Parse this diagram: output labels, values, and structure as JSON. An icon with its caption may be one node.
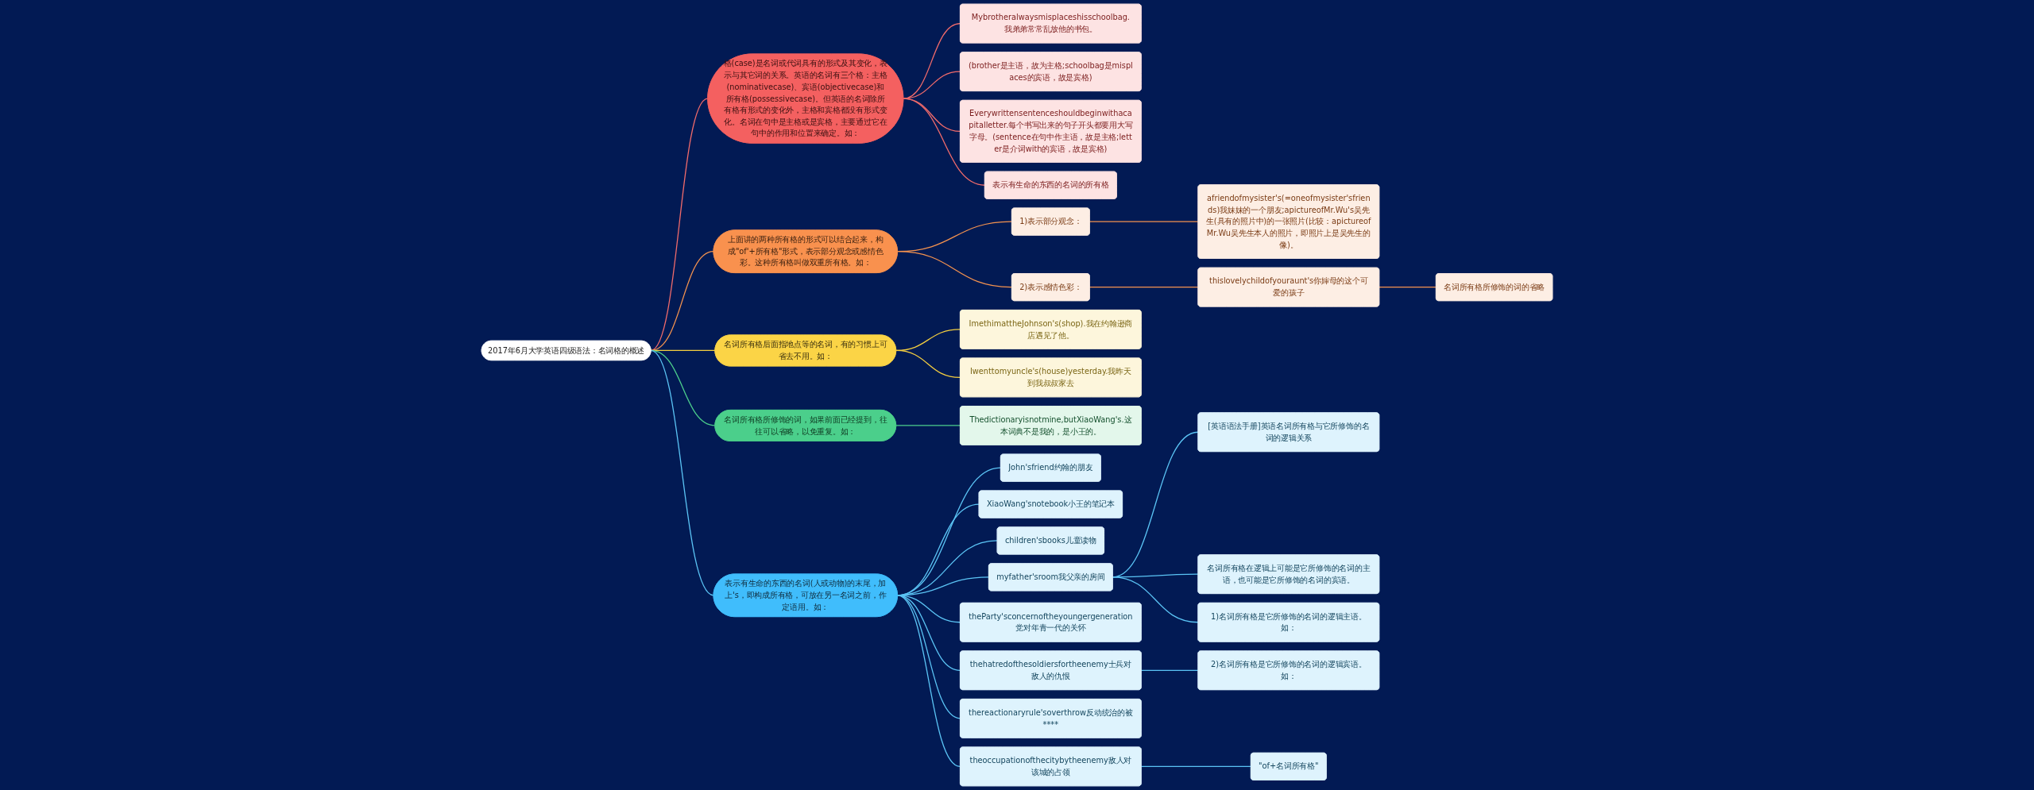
{
  "diagram": {
    "nodes": [
      {
        "text": [
          "2017年6月大学英语四级语法：名词格的概述"
        ]
      },
      {
        "text": [
          "格(case)是名词或代词具有的形式及其变化，表示与其它词的关系。英语的名词有三个格：主格(nominativecase)、宾语(objectivecase)和所有格(possessivecase)。但英语的名词除所有格有形式的变化外，主格和宾格都没有形式变化。名词在句中是主格或是宾格，主要通过它在句中的作用和位置来确定。如："
        ]
      },
      {
        "text": [
          "Mybrotheralwaysmisplaceshisschoolbag.我弟弟常常乱放他的书包。"
        ]
      },
      {
        "text": [
          "(brother是主语，故为主格;schoolbag是misplaces的宾语，故是宾格)"
        ]
      },
      {
        "text": [
          "Everywrittensentenceshouldbeginwithacapitalletter.每个书写出来的句子开头都要用大写字母。(sentence在句中作主语，故是主格;letter是介词with的宾语，故是宾格)"
        ]
      },
      {
        "text": [
          "表示有生命的东西的名词的所有格"
        ]
      },
      {
        "text": [
          "上面讲的两种所有格的形式可以结合起来，构成\"of'+所有格\"形式，表示部分观念或感情色彩。这种所有格叫做双重所有格。如："
        ]
      },
      {
        "text": [
          "1)表示部分观念："
        ]
      },
      {
        "text": [
          "afriendofmysister's(=oneofmysister'sfriends)我妹妹的一个朋友;apictureofMr.Wu's吴先生(具有的照片中)的一张照片(比较：apictureofMr.Wu吴先生本人的照片，即照片上是吴先生的像)。"
        ]
      },
      {
        "text": [
          "2)表示感情色彩："
        ]
      },
      {
        "text": [
          "thislovelychildofyouraunt's你婶母的这个可爱的孩子"
        ]
      },
      {
        "text": [
          "名词所有格所修饰的词的省略"
        ]
      },
      {
        "text": [
          "名词所有格后面指地点等的名词，有的习惯上可省去不用。如："
        ]
      },
      {
        "text": [
          "ImethimattheJohnson's(shop).我在约翰逊商店遇见了他。"
        ]
      },
      {
        "text": [
          "Iwenttomyuncle's(house)yesterday.我昨天到我叔叔家去"
        ]
      },
      {
        "text": [
          "名词所有格所修饰的词，如果前面已经提到，往往可以省略，以免重复。如："
        ]
      },
      {
        "text": [
          "Thedictionaryisnotmine,butXiaoWang's.这本词典不是我的，是小王的。"
        ]
      },
      {
        "text": [
          "表示有生命的东西的名词(人或动物)的末尾，加上's，即构成所有格，可放在另一名词之前，作定语用。如："
        ]
      },
      {
        "text": [
          "John'sfriend约翰的朋友"
        ]
      },
      {
        "text": [
          "XiaoWang'snotebook小王的笔记本"
        ]
      },
      {
        "text": [
          "children'sbooks儿童读物"
        ]
      },
      {
        "text": [
          "myfather'sroom我父亲的房间"
        ]
      },
      {
        "text": [
          "[英语语法手册]英语名词所有格与它所修饰的名词的逻辑关系"
        ]
      },
      {
        "text": [
          "名词所有格在逻辑上可能是它所修饰的名词的主语，也可能是它所修饰的名词的宾语。"
        ]
      },
      {
        "text": [
          "1)名词所有格是它所修饰的名词的逻辑主语。如："
        ]
      },
      {
        "text": [
          "theParty'sconcernoftheyoungergeneration党对年青一代的关怀"
        ]
      },
      {
        "text": [
          "thehatredofthesoldiersfortheenemy士兵对敌人的仇恨"
        ]
      },
      {
        "text": [
          "2)名词所有格是它所修饰的名词的逻辑宾语。如："
        ]
      },
      {
        "text": [
          "thereactionaryrule'soverthrow反动统治的被****"
        ]
      },
      {
        "text": [
          "theoccupationofthecitybytheenemy敌人对该城的占领"
        ]
      },
      {
        "text": [
          "\"of+名词所有格\""
        ]
      }
    ],
    "edges": [
      {
        "from": 0,
        "to": 1,
        "arrow": "none",
        "color": "#f26b6b"
      },
      {
        "from": 1,
        "to": 2,
        "arrow": "none",
        "color": "#f26b6b"
      },
      {
        "from": 1,
        "to": 3,
        "arrow": "none",
        "color": "#f26b6b"
      },
      {
        "from": 1,
        "to": 4,
        "arrow": "none",
        "color": "#f26b6b"
      },
      {
        "from": 1,
        "to": 5,
        "arrow": "none",
        "color": "#f26b6b"
      },
      {
        "from": 0,
        "to": 6,
        "arrow": "none",
        "color": "#f5934f"
      },
      {
        "from": 6,
        "to": 7,
        "arrow": "none",
        "color": "#f5934f"
      },
      {
        "from": 7,
        "to": 8,
        "arrow": "none",
        "color": "#f5934f"
      },
      {
        "from": 6,
        "to": 9,
        "arrow": "none",
        "color": "#f5934f"
      },
      {
        "from": 9,
        "to": 10,
        "arrow": "none",
        "color": "#f5934f"
      },
      {
        "from": 10,
        "to": 11,
        "arrow": "none",
        "color": "#f5934f"
      },
      {
        "from": 0,
        "to": 12,
        "arrow": "none",
        "color": "#f5cf3f"
      },
      {
        "from": 12,
        "to": 13,
        "arrow": "none",
        "color": "#f5cf3f"
      },
      {
        "from": 12,
        "to": 14,
        "arrow": "none",
        "color": "#f5cf3f"
      },
      {
        "from": 0,
        "to": 15,
        "arrow": "none",
        "color": "#4ccf8c"
      },
      {
        "from": 15,
        "to": 16,
        "arrow": "none",
        "color": "#4ccf8c"
      },
      {
        "from": 0,
        "to": 17,
        "arrow": "none"
      },
      {
        "from": 17,
        "to": 18,
        "arrow": "none"
      },
      {
        "from": 17,
        "to": 19,
        "arrow": "none"
      },
      {
        "from": 17,
        "to": 20,
        "arrow": "none"
      },
      {
        "from": 17,
        "to": 21,
        "arrow": "none"
      },
      {
        "from": 21,
        "to": 22,
        "arrow": "none"
      },
      {
        "from": 21,
        "to": 23,
        "arrow": "none"
      },
      {
        "from": 21,
        "to": 24,
        "arrow": "none"
      },
      {
        "from": 17,
        "to": 25,
        "arrow": "none"
      },
      {
        "from": 17,
        "to": 26,
        "arrow": "none"
      },
      {
        "from": 26,
        "to": 27,
        "arrow": "none"
      },
      {
        "from": 17,
        "to": 28,
        "arrow": "none"
      },
      {
        "from": 17,
        "to": 29,
        "arrow": "none"
      },
      {
        "from": 29,
        "to": 30,
        "arrow": "none"
      }
    ]
  }
}
